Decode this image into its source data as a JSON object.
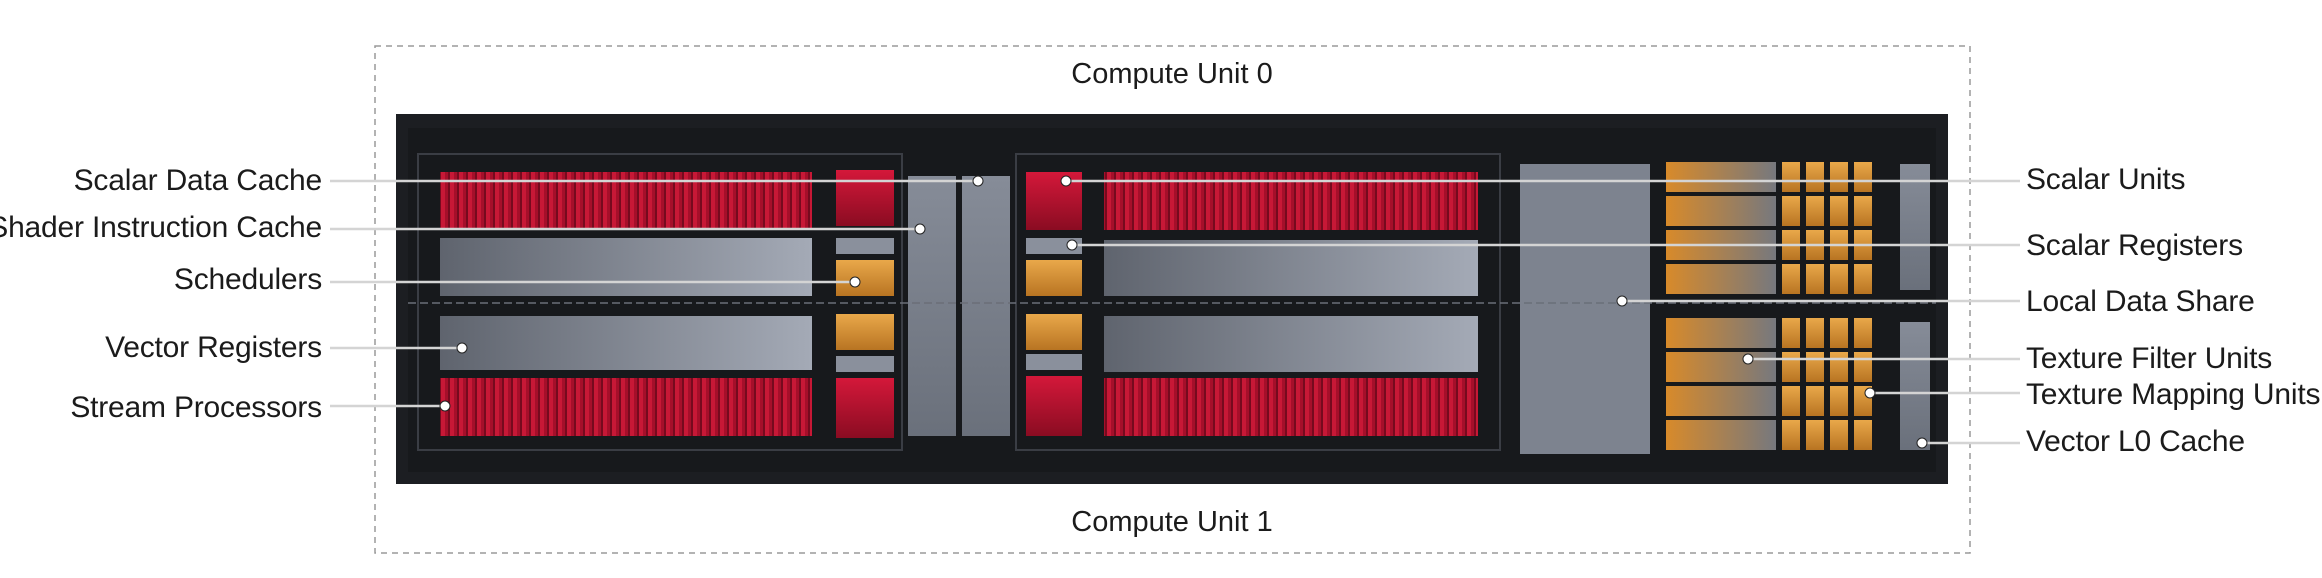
{
  "titles": {
    "top": "Compute Unit 0",
    "bottom": "Compute Unit 1"
  },
  "labels_left": [
    {
      "id": "scalar-data-cache",
      "text": "Scalar Data Cache"
    },
    {
      "id": "shader-instruction-cache",
      "text": "Shader Instruction Cache"
    },
    {
      "id": "schedulers",
      "text": "Schedulers"
    },
    {
      "id": "vector-registers",
      "text": "Vector Registers"
    },
    {
      "id": "stream-processors",
      "text": "Stream Processors"
    }
  ],
  "labels_right": [
    {
      "id": "scalar-units",
      "text": "Scalar Units"
    },
    {
      "id": "scalar-registers",
      "text": "Scalar Registers"
    },
    {
      "id": "local-data-share",
      "text": "Local Data Share"
    },
    {
      "id": "texture-filter-units",
      "text": "Texture Filter Units"
    },
    {
      "id": "texture-mapping-units",
      "text": "Texture Mapping Units"
    },
    {
      "id": "vector-l0-cache",
      "text": "Vector L0 Cache"
    }
  ],
  "colors": {
    "stream_processor": "#b0102c",
    "scalar_unit": "#c8102e",
    "register": "#8a909c",
    "scheduler": "#d8922e",
    "texture": "#e0a040",
    "chip_bg": "#1d1f23",
    "callout_line": "#d0d0d0"
  }
}
